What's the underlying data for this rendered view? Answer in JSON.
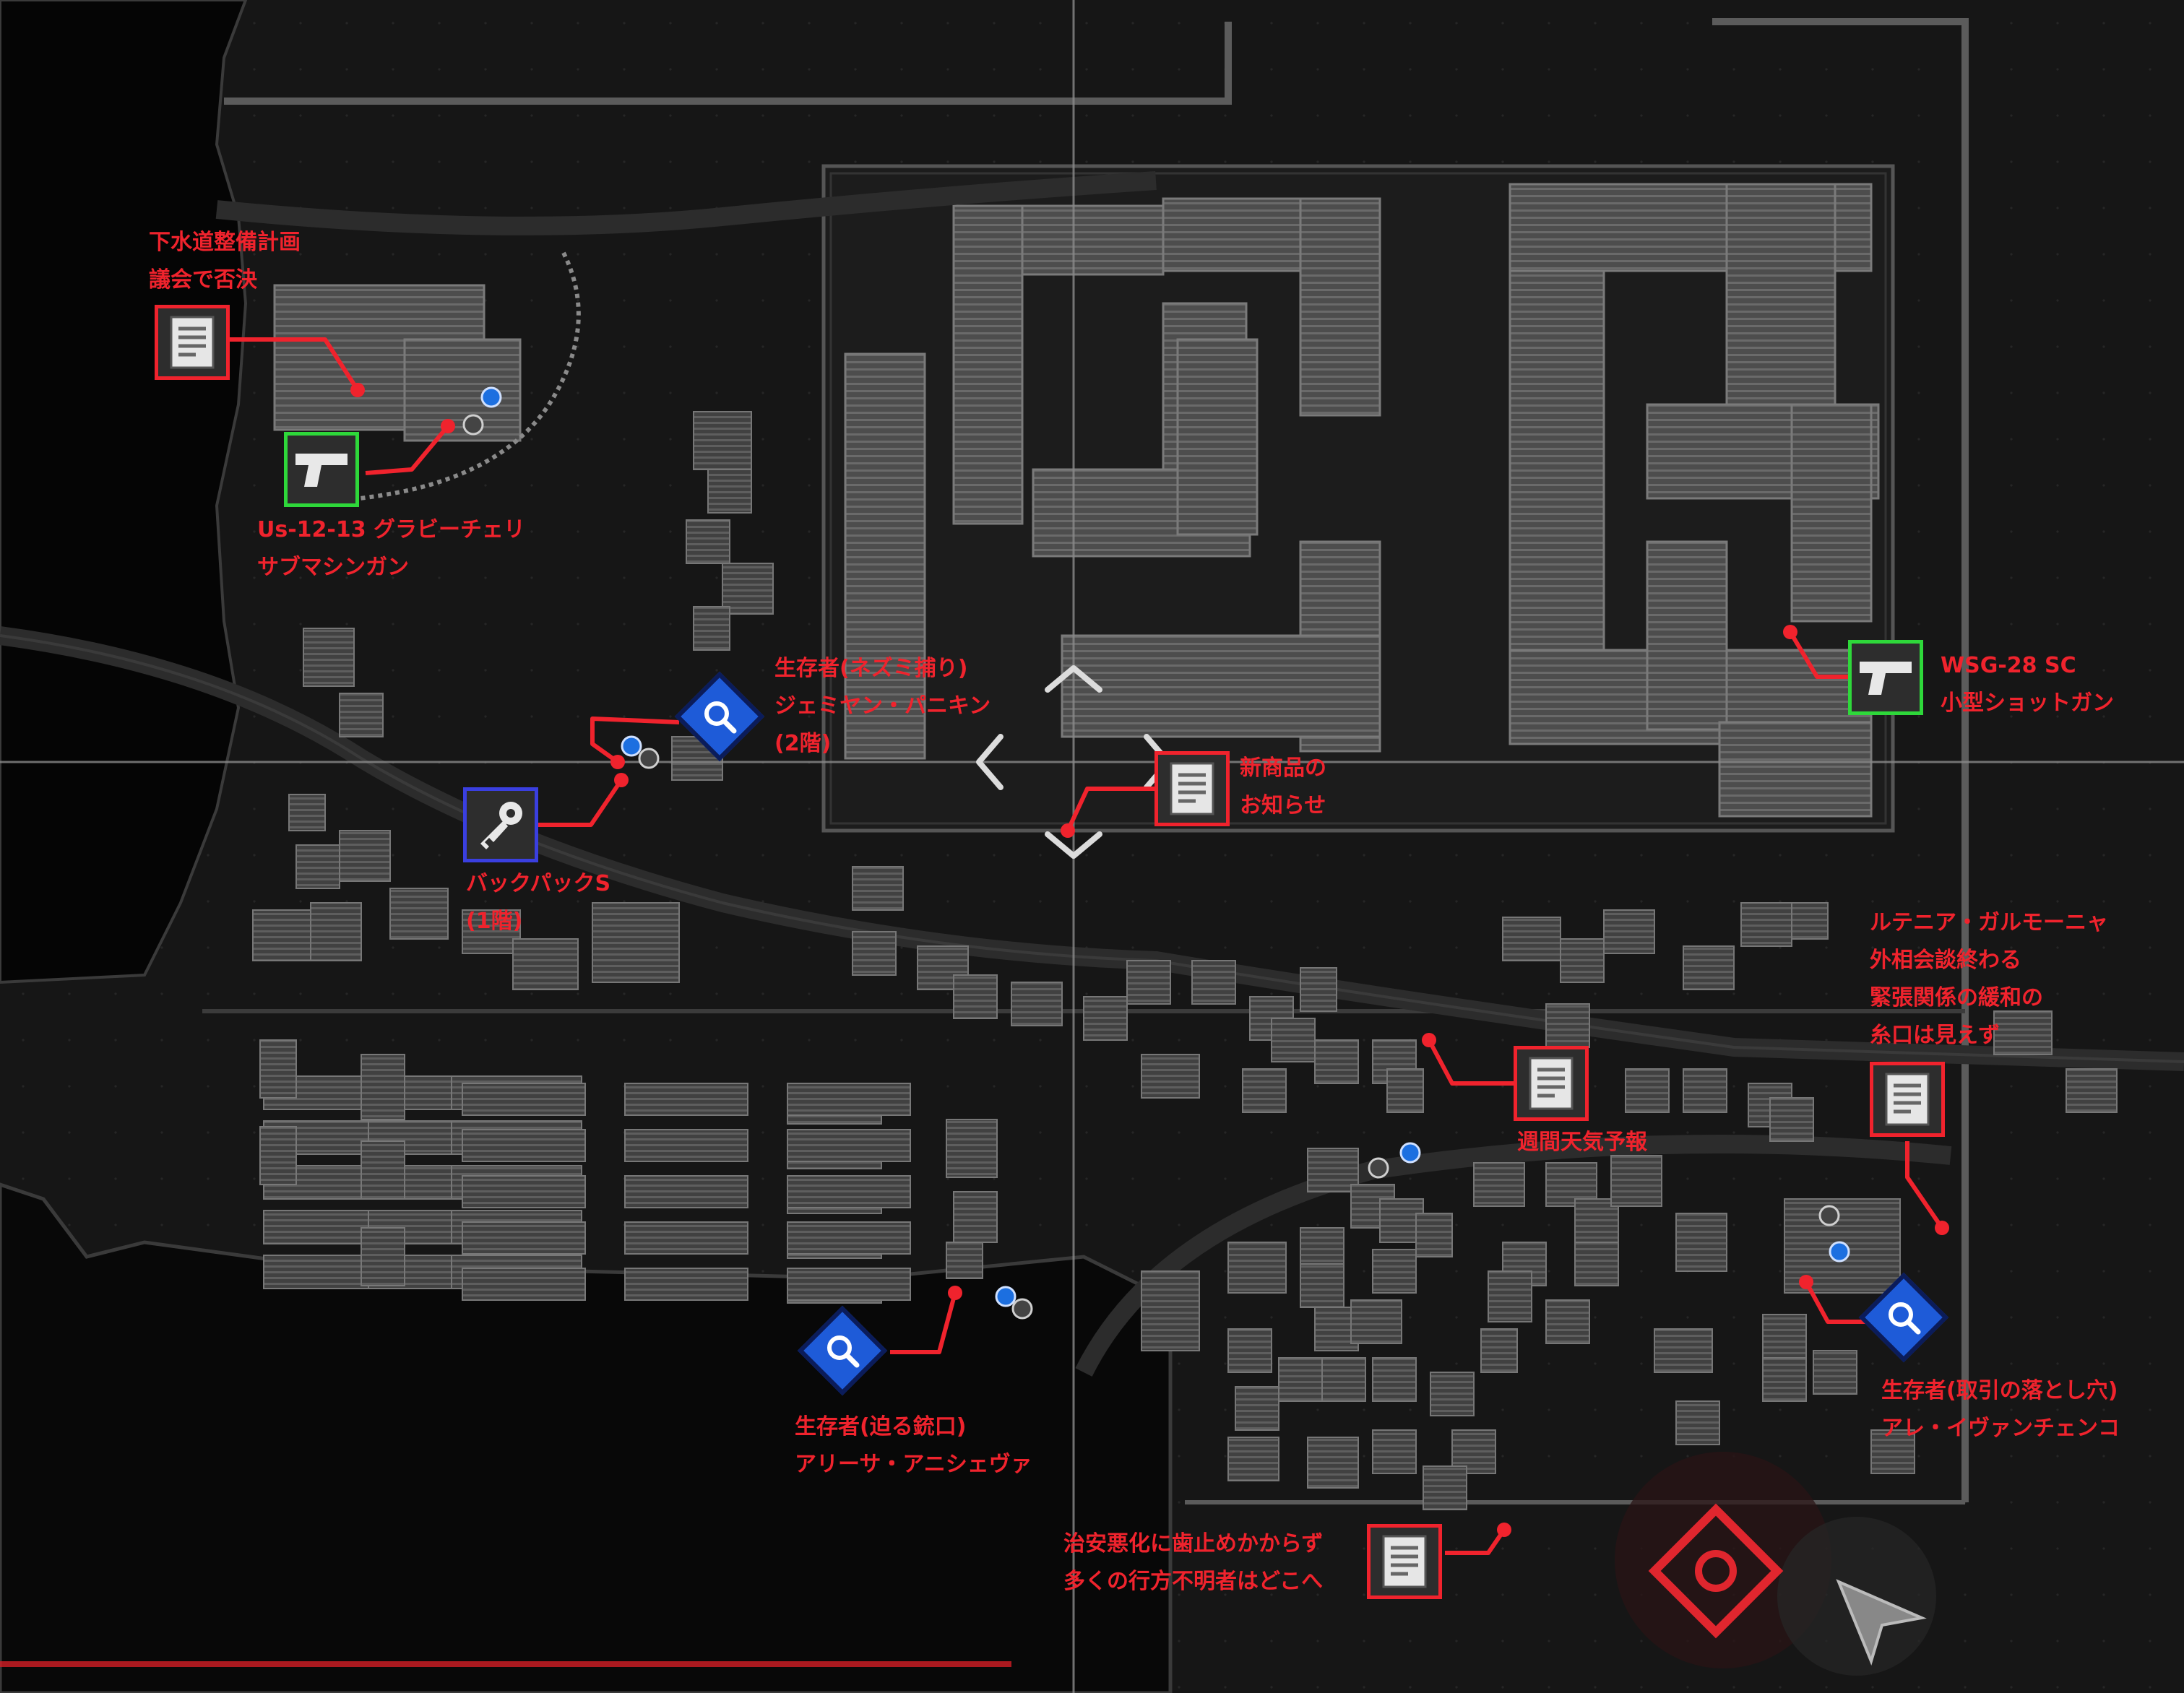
{
  "colors": {
    "label_red": "#f0232d",
    "weapon_green": "#2ed83a",
    "key_blue": "#3a3fe0",
    "quest_blue": "#1e5bd8",
    "background": "#161616",
    "building_grey": "#5a5a5a"
  },
  "labels": {
    "sewer_plan": {
      "line1": "下水道整備計画",
      "line2": "議会で否決"
    },
    "smg": {
      "line1": "Us-12-13 グラビーチェリ",
      "line2": "サブマシンガン"
    },
    "survivor_rat": {
      "line1": "生存者(ネズミ捕り)",
      "line2": "ジェミヤン・パニキン",
      "line3": "(2階)"
    },
    "backpack": {
      "line1": "バックパックS",
      "line2": "(1階)"
    },
    "new_product": {
      "line1": "新商品の",
      "line2": "お知らせ"
    },
    "shotgun": {
      "line1": "WSG-28 SC",
      "line2": "小型ショットガン"
    },
    "ruthenia": {
      "line1": "ルテニア・ガルモーニャ",
      "line2": "外相会談終わる",
      "line3": "緊張関係の緩和の",
      "line4": "糸口は見えず"
    },
    "weather": {
      "line1": "週間天気予報"
    },
    "survivor_trap": {
      "line1": "生存者(取引の落とし穴)",
      "line2": "アレ・イヴァンチェンコ"
    },
    "survivor_gun": {
      "line1": "生存者(迫る銃口)",
      "line2": "アリーサ・アニシェヴァ"
    },
    "security": {
      "line1": "治安悪化に歯止めかからず",
      "line2": "多くの行方不明者はどこへ"
    }
  },
  "icons": {
    "document": "document-icon",
    "pistol": "pistol-icon",
    "key": "key-icon",
    "magnifier": "magnifier-icon",
    "compass": "compass-icon",
    "player_arrow": "player-arrow-icon"
  }
}
